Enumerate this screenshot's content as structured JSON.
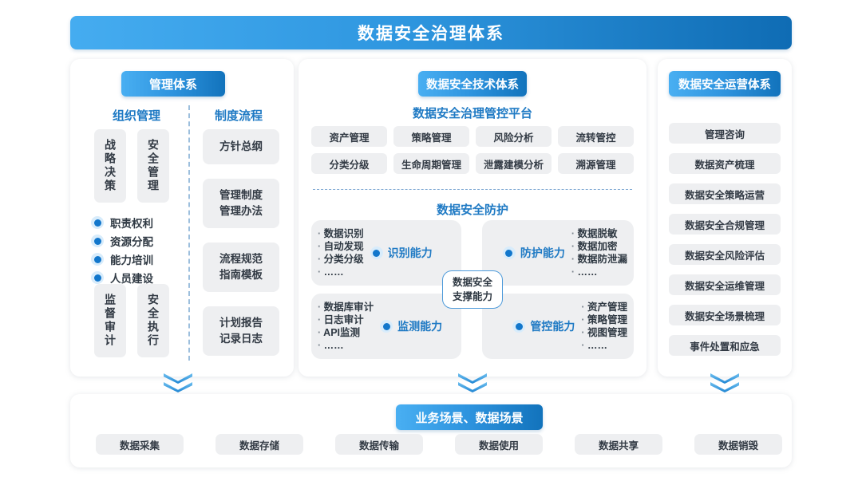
{
  "header": {
    "title": "数据安全治理体系"
  },
  "left": {
    "badge": "管理体系",
    "columns": {
      "org": "组织管理",
      "process": "制度流程"
    },
    "vertical_boxes": [
      "战略决策",
      "安全管理",
      "监督审计",
      "安全执行"
    ],
    "bullets": [
      "职责权利",
      "资源分配",
      "能力培训",
      "人员建设"
    ],
    "process_boxes": [
      {
        "line1": "方针总纲",
        "line2": ""
      },
      {
        "line1": "管理制度",
        "line2": "管理办法"
      },
      {
        "line1": "流程规范",
        "line2": "指南模板"
      },
      {
        "line1": "计划报告",
        "line2": "记录日志"
      }
    ]
  },
  "center": {
    "badge": "数据安全技术体系",
    "platform_title": "数据安全治理管控平台",
    "platform_rows": [
      [
        "资产管理",
        "策略管理",
        "风险分析",
        "流转管控"
      ],
      [
        "分类分级",
        "生命周期管理",
        "泄露建模分析",
        "溯源管理"
      ]
    ],
    "defense_title": "数据安全防护",
    "core": {
      "line1": "数据安全",
      "line2": "支撑能力"
    },
    "quadrants": [
      {
        "label": "识别能力",
        "items": [
          "数据识别",
          "自动发现",
          "分类分级",
          "……"
        ]
      },
      {
        "label": "防护能力",
        "items": [
          "数据脱敏",
          "数据加密",
          "数据防泄漏",
          "……"
        ]
      },
      {
        "label": "监测能力",
        "items": [
          "数据库审计",
          "日志审计",
          "API监测",
          "……"
        ]
      },
      {
        "label": "管控能力",
        "items": [
          "资产管理",
          "策略管理",
          "视图管理",
          "……"
        ]
      }
    ]
  },
  "right": {
    "badge": "数据安全运营体系",
    "items": [
      "管理咨询",
      "数据资产梳理",
      "数据安全策略运营",
      "数据安全合规管理",
      "数据安全风险评估",
      "数据安全运维管理",
      "数据安全场景梳理",
      "事件处置和应急"
    ]
  },
  "bottom": {
    "badge": "业务场景、数据场景",
    "items": [
      "数据采集",
      "数据存储",
      "数据传输",
      "数据使用",
      "数据共享",
      "数据销毁"
    ]
  },
  "colors": {
    "brand_light": "#49aff2",
    "brand_dark": "#1273bc",
    "accent_text": "#1f7ac4",
    "chip_bg": "#eeeff1",
    "body_text": "#2f3943"
  }
}
